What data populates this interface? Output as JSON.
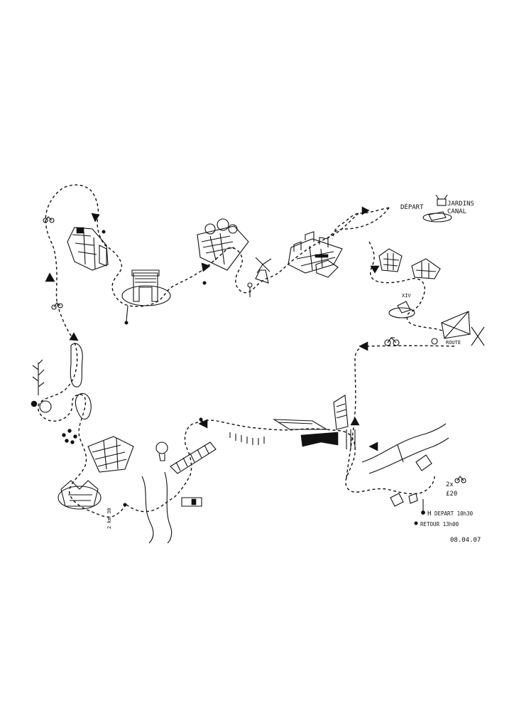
{
  "map": {
    "label_departure": "DÉPART",
    "label_jardins": "JARDINS",
    "label_canal": "CANAL",
    "label_xiv": "XIV",
    "label_route": "ROUTE",
    "bikes_count": "2x",
    "price": "£20",
    "label_start_time": "DEPART 10h30",
    "label_return_time": "RETOUR 13h00",
    "label_h_prefix": "H",
    "date": "08.04.07",
    "label_left_vertical": "2 km 30"
  },
  "style": {
    "ink": "#111111",
    "paper": "#ffffff"
  }
}
